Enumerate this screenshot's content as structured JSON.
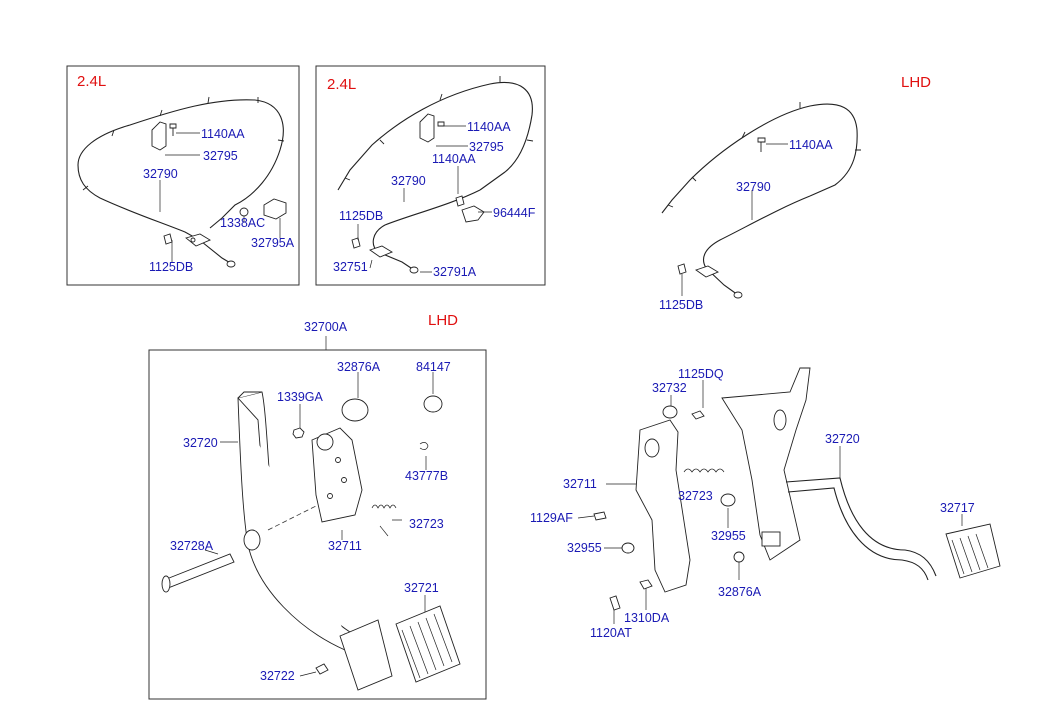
{
  "panels": {
    "cable_24l_a": {
      "header": "2.4L",
      "labels": [
        "1140AA",
        "32795",
        "32790",
        "1338AC",
        "32795A",
        "1125DB"
      ]
    },
    "cable_24l_b": {
      "header": "2.4L",
      "labels": [
        "1140AA",
        "32795",
        "1140AA",
        "32790",
        "1125DB",
        "96444F",
        "32751",
        "32791A"
      ]
    },
    "cable_lhd": {
      "header": "LHD",
      "labels": [
        "1140AA",
        "32790",
        "1125DB"
      ]
    },
    "pedal_assembly": {
      "header": "LHD",
      "assembly_label": "32700A",
      "labels": [
        "32876A",
        "84147",
        "1339GA",
        "32720",
        "43777B",
        "32723",
        "32711",
        "32728A",
        "32721",
        "32722"
      ]
    },
    "pedal_lhd": {
      "labels": [
        "1125DQ",
        "32732",
        "32720",
        "32711",
        "32723",
        "1129AF",
        "32955",
        "32955",
        "32717",
        "32876A",
        "1120AT",
        "1310DA"
      ]
    }
  }
}
